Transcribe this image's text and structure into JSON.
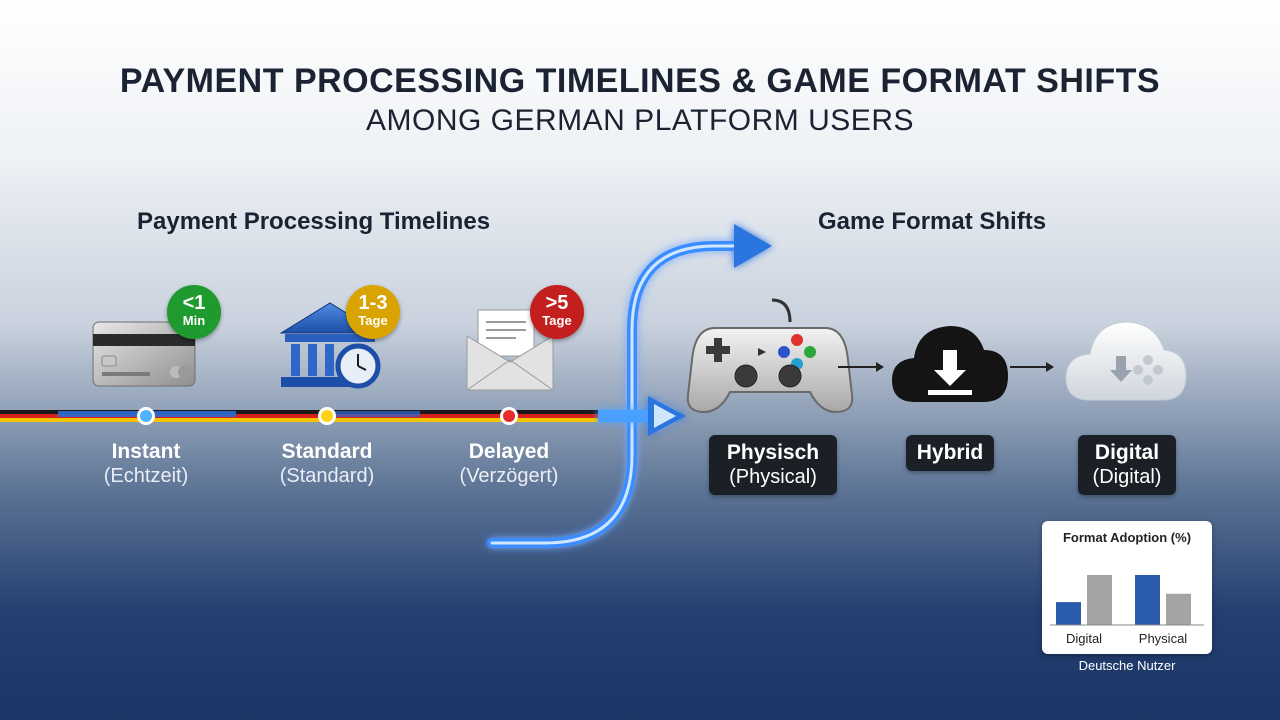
{
  "title": "PAYMENT PROCESSING TIMELINES & GAME FORMAT SHIFTS",
  "subtitle": "AMONG GERMAN PLATFORM USERS",
  "payment": {
    "heading": "Payment Processing Timelines",
    "stages": [
      {
        "label": "Instant",
        "sublabel": "(Echtzeit)",
        "badge_top": "<1",
        "badge_bottom": "Min",
        "badge_color": "#1f9a2e",
        "icon": "credit-card-icon",
        "dot_color": "#4fb3ff"
      },
      {
        "label": "Standard",
        "sublabel": "(Standard)",
        "badge_top": "1-3",
        "badge_bottom": "Tage",
        "badge_color": "#d9a400",
        "icon": "bank-clock-icon",
        "dot_color": "#ffd21a"
      },
      {
        "label": "Delayed",
        "sublabel": "(Verzögert)",
        "badge_top": ">5",
        "badge_bottom": "Tage",
        "badge_color": "#c41f1f",
        "icon": "envelope-icon",
        "dot_color": "#e52a2a"
      }
    ]
  },
  "formats": {
    "heading": "Game Format Shifts",
    "items": [
      {
        "label": "Physisch",
        "sublabel": "(Physical)",
        "icon": "gamepad-icon"
      },
      {
        "label": "Hybrid",
        "sublabel": "",
        "icon": "cloud-download-icon"
      },
      {
        "label": "Digital",
        "sublabel": "(Digital)",
        "icon": "cloud-gamepad-icon"
      }
    ]
  },
  "chart_data": {
    "type": "bar",
    "title": "Format Adoption (%)",
    "categories": [
      "Digital",
      "Physical"
    ],
    "series": [
      {
        "values": [
          22,
          48
        ]
      },
      {
        "values": [
          48,
          30
        ]
      }
    ],
    "bar_colors": [
      "#2b5cab",
      "#a4a4a4",
      "#2b5cab",
      "#a4a4a4"
    ],
    "footnote": "Deutsche Nutzer"
  },
  "colors": {
    "flag_black": "#1a1a1a",
    "flag_red": "#d6201a",
    "flag_gold": "#f5c400",
    "accent_blue": "#2f8cff"
  }
}
